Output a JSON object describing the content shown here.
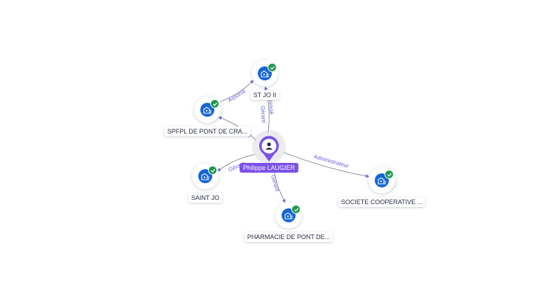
{
  "diagram": {
    "center": {
      "label": "Philippe LAUGIER",
      "icon": "person-icon"
    },
    "companies": [
      {
        "id": "stjo2",
        "label": "ST JO II",
        "icon": "building-icon",
        "badge": "verified-check-icon"
      },
      {
        "id": "spfpl",
        "label": "SPFPL DE PONT DE CRA...",
        "icon": "building-icon",
        "badge": "verified-check-icon"
      },
      {
        "id": "saintjo",
        "label": "SAINT JO",
        "icon": "building-icon",
        "badge": "verified-check-icon"
      },
      {
        "id": "pharmacie",
        "label": "PHARMACIE DE PONT DE...",
        "icon": "building-icon",
        "badge": "verified-check-icon"
      },
      {
        "id": "societe",
        "label": "SOCIETE COOPERATIVE ...",
        "icon": "building-icon",
        "badge": "verified-check-icon"
      }
    ],
    "edges": [
      {
        "from": "center",
        "to": "stjo2",
        "labels": [
          "Gérant",
          "Associé"
        ]
      },
      {
        "from": "center",
        "to": "spfpl",
        "labels": [
          "Gérant"
        ]
      },
      {
        "from": "spfpl",
        "to": "stjo2",
        "labels": [
          "Associé"
        ]
      },
      {
        "from": "center",
        "to": "saintjo",
        "labels": [
          "Gérant"
        ]
      },
      {
        "from": "center",
        "to": "pharmacie",
        "labels": [
          "Gérant"
        ]
      },
      {
        "from": "center",
        "to": "societe",
        "labels": [
          "Administrateur"
        ]
      }
    ],
    "colors": {
      "person_accent": "#7b52e8",
      "company_icon": "#1565d8",
      "verified_badge": "#1f9a4e",
      "edge_label": "#6a62d8"
    }
  }
}
